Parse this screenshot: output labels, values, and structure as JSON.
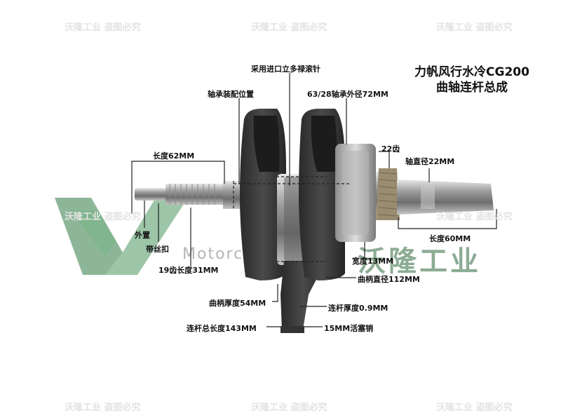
{
  "watermark": "沃隆工业 盗图必究",
  "brand": {
    "name_cn": "沃隆工业",
    "name_en": "Motorcycle Parts"
  },
  "title": {
    "line1": "力帆风行水冷CG200",
    "line2": "曲轴连杆总成"
  },
  "labels": {
    "needle_bearing": "采用进口立多禄滚针",
    "bearing_position": "轴承装配位置",
    "bearing_od": "63/28轴承外径72MM",
    "length_62": "长度62MM",
    "teeth_22": "22齿",
    "shaft_dia": "轴直径22MM",
    "length_60": "长度60MM",
    "outer": "外置",
    "threaded": "带丝扣",
    "spline": "19齿长度31MM",
    "width": "宽度13MM",
    "crank_dia": "曲柄直径112MM",
    "crank_thickness": "曲柄厚度54MM",
    "rod_thickness": "连杆厚度0.9MM",
    "rod_length": "连杆总长度143MM",
    "piston_pin": "15MM活塞销"
  }
}
